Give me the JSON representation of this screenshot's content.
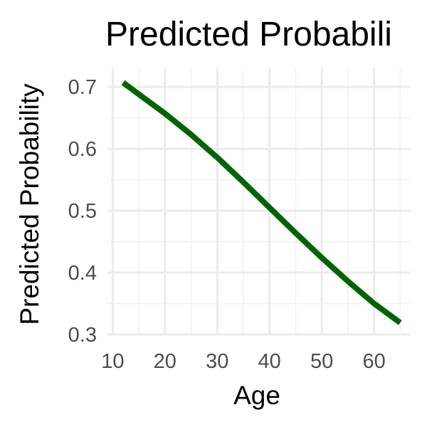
{
  "chart_data": {
    "type": "line",
    "title": "Predicted Probabili",
    "xlabel": "Age",
    "ylabel": "Predicted Probability",
    "x_ticks": [
      "10",
      "20",
      "30",
      "40",
      "50",
      "60"
    ],
    "y_ticks": [
      "0.7",
      "0.6",
      "0.5",
      "0.4",
      "0.3"
    ],
    "xlim": [
      9,
      67
    ],
    "ylim": [
      0.3,
      0.73
    ],
    "grid": true,
    "legend": "none",
    "series": [
      {
        "color": "#006400",
        "points": [
          {
            "x": 12,
            "y": 0.707
          },
          {
            "x": 15,
            "y": 0.688
          },
          {
            "x": 20,
            "y": 0.657
          },
          {
            "x": 25,
            "y": 0.623
          },
          {
            "x": 30,
            "y": 0.586
          },
          {
            "x": 35,
            "y": 0.546
          },
          {
            "x": 40,
            "y": 0.505
          },
          {
            "x": 45,
            "y": 0.464
          },
          {
            "x": 50,
            "y": 0.424
          },
          {
            "x": 55,
            "y": 0.386
          },
          {
            "x": 60,
            "y": 0.35
          },
          {
            "x": 65,
            "y": 0.319
          }
        ]
      }
    ]
  },
  "colors": {
    "grid_major": "#ebebeb",
    "grid_minor": "#f4f4f4",
    "tick_text": "#4d4d4d",
    "title_text": "#000000"
  }
}
